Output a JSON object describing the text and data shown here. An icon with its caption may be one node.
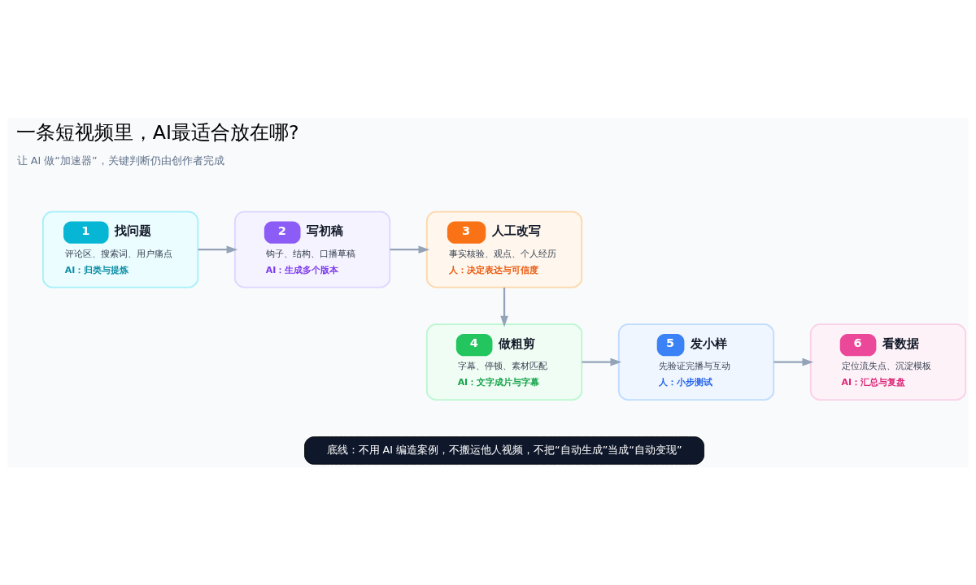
{
  "diagram": {
    "title": "一条短视频里，AI最适合放在哪?",
    "nodes": [
      {
        "text": [
          "1",
          "找问题",
          "评论区、搜索词、用户痛点",
          "AI：归类与提炼"
        ]
      },
      {
        "text": [
          "2",
          "写初稿",
          "钩子、结构、口播草稿",
          "AI：生成多个版本"
        ]
      },
      {
        "text": [
          "3",
          "人工改写",
          "事实核验、观点、个人经历",
          "人：决定表达与可信度"
        ]
      },
      {
        "text": [
          "4",
          "做粗剪",
          "字幕、停顿、素材匹配",
          "AI：文字成片与字幕"
        ]
      },
      {
        "text": [
          "5",
          "发小样",
          "先验证完播与互动",
          "人：小步测试"
        ]
      },
      {
        "text": [
          "6",
          "看数据",
          "定位流失点、沉淀模板",
          "AI：汇总与复盘"
        ]
      }
    ],
    "edges": [
      {
        "from": 0,
        "to": 1,
        "arrow": "to"
      },
      {
        "from": 1,
        "to": 2,
        "arrow": "to"
      },
      {
        "from": 2,
        "to": 3,
        "arrow": "to"
      },
      {
        "from": 3,
        "to": 4,
        "arrow": "to"
      },
      {
        "from": 4,
        "to": 5,
        "arrow": "to"
      }
    ],
    "labels": [
      "让 AI 做“加速器”，关键判断仍由创作者完成",
      "底线：不用 AI 编造案例，不搬运他人视频，不把“自动生成”当成“自动变现”"
    ]
  }
}
